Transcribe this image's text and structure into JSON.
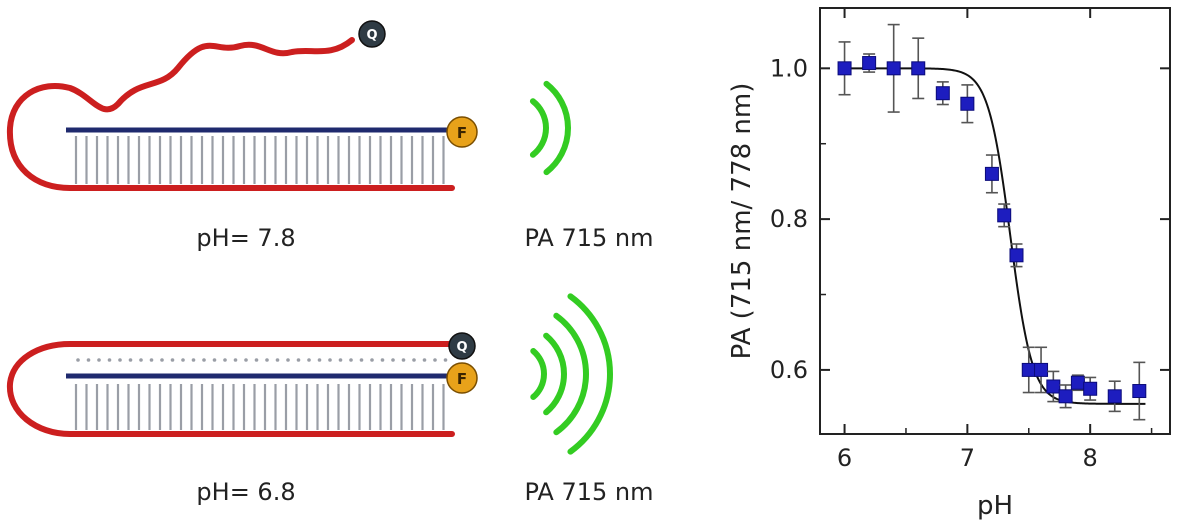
{
  "schematic": {
    "top": {
      "ph_label": "pH= 7.8",
      "pa_label": "PA 715 nm",
      "q_marker": "Q",
      "f_marker": "F"
    },
    "bottom": {
      "ph_label": "pH= 6.8",
      "pa_label": "PA 715 nm",
      "q_marker": "Q",
      "f_marker": "F"
    }
  },
  "colors": {
    "strand_red": "#cc1f1f",
    "strand_blue": "#1f2a6e",
    "rungs": "#9a9ea6",
    "signal_green": "#33cc22",
    "fluorophore": "#e8a21a",
    "quencher": "#2f3b44",
    "marker": "#1d1dbf",
    "fit_line": "#111111"
  },
  "chart_data": {
    "type": "scatter",
    "xlabel": "pH",
    "ylabel": "PA (715 nm/ 778 nm)",
    "xlim": [
      5.8,
      8.65
    ],
    "ylim": [
      0.515,
      1.08
    ],
    "xticks": [
      "6",
      "7",
      "8"
    ],
    "yticks": [
      "0.6",
      "0.8",
      "1.0"
    ],
    "grid": false,
    "series": [
      {
        "x": [
          6.0,
          6.2,
          6.4,
          6.6,
          6.8,
          7.0,
          7.2,
          7.3,
          7.4,
          7.5,
          7.6,
          7.7,
          7.8,
          7.9,
          8.0,
          8.2,
          8.4
        ],
        "y": [
          1.0,
          1.007,
          1.0,
          1.0,
          0.967,
          0.953,
          0.86,
          0.805,
          0.752,
          0.6,
          0.6,
          0.578,
          0.565,
          0.583,
          0.575,
          0.565,
          0.572
        ],
        "err": [
          0.035,
          0.012,
          0.058,
          0.04,
          0.015,
          0.025,
          0.025,
          0.015,
          0.015,
          0.03,
          0.03,
          0.02,
          0.015,
          0.01,
          0.015,
          0.02,
          0.038
        ]
      }
    ],
    "fit": {
      "type": "sigmoid",
      "top": 1.0,
      "bottom": 0.555,
      "midpoint": 7.35,
      "slope": 0.09
    }
  }
}
